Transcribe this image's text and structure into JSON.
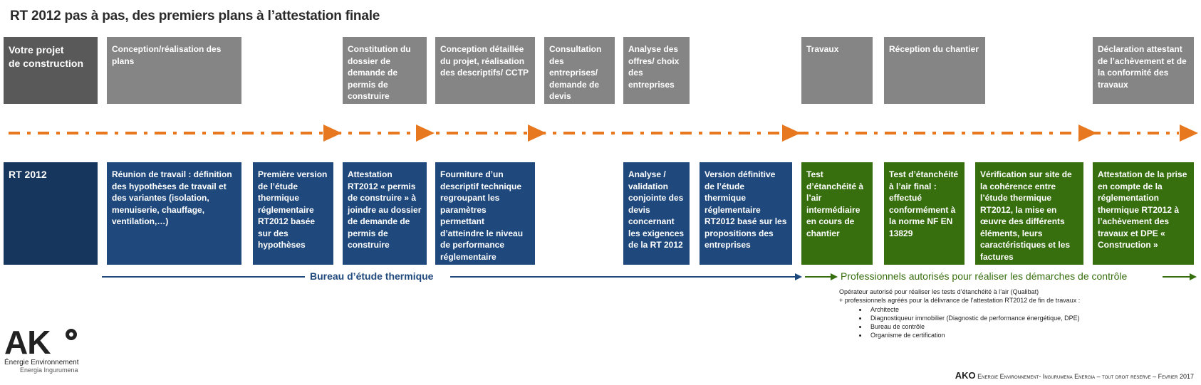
{
  "title": "RT 2012 pas à pas, des premiers plans à l’attestation  finale",
  "steps": [
    "Votre projet\n de construction",
    "Conception/réalisation des plans",
    "Constitution du dossier de demande de permis de construire",
    "Conception détaillée du projet, réalisation des descriptifs/ CCTP",
    "Consultation des entreprises/ demande de devis",
    "Analyse des offres/ choix des entreprises",
    "Travaux",
    "Réception du chantier",
    "Déclaration attestant de l’achèvement et de la conformité des travaux"
  ],
  "rt": [
    "RT 2012",
    "Réunion de travail : définition des hypothèses de travail et des variantes (isolation, menuiserie, chauffage, ventilation,…)",
    "Première version de l’étude thermique réglementaire RT2012 basée sur des hypothèses",
    "Attestation RT2012 « permis de construire » à joindre au dossier de demande de permis de construire",
    "Fourniture d’un descriptif technique regroupant les paramètres permettant d’atteindre le niveau de performance réglementaire",
    "Analyse / validation conjointe des devis concernant les exigences de la RT 2012",
    "Version définitive de l’étude thermique réglementaire RT2012 basé sur les propositions des entreprises",
    "Test d’étanchéité à l’air intermédiaire en cours de chantier",
    "Test d’étanchéité à l’air final : effectué conformément à la norme NF EN 13829",
    "Vérification sur site de la cohérence entre l’étude thermique RT2012, la mise en œuvre des différents éléments, leurs caractéristiques et les factures",
    "Attestation de la prise en compte de la réglementation thermique RT2012 à l’achèvement des travaux  et DPE « Construction »"
  ],
  "labels": {
    "bureau": "Bureau d’étude thermique",
    "prof": "Professionnels autorisés pour réaliser les démarches de contrôle"
  },
  "notes": {
    "line1": "Opérateur autorisé pour réaliser les tests d’étanchéité à l’air (Qualibat)",
    "line2": "+ professionnels agréés pour la délivrance de l’attestation RT2012 de fin de travaux :",
    "items": [
      "Architecte",
      "Diagnostiqueur immobilier (Diagnostic de performance énergétique, DPE)",
      "Bureau de contrôle",
      "Organisme de certification"
    ]
  },
  "logo": {
    "main": "AK",
    "line1": "Énergie Environnement",
    "line2": "Energia Ingurumena"
  },
  "footer": {
    "brand": "AKO",
    "text": "Energie Environnement- Ingurumena Energia – tout droit reserve – Fevrier 2017"
  },
  "colors": {
    "orange": "#e8781f",
    "blue": "#1f497d",
    "green": "#376f0f",
    "gray": "#858585"
  }
}
